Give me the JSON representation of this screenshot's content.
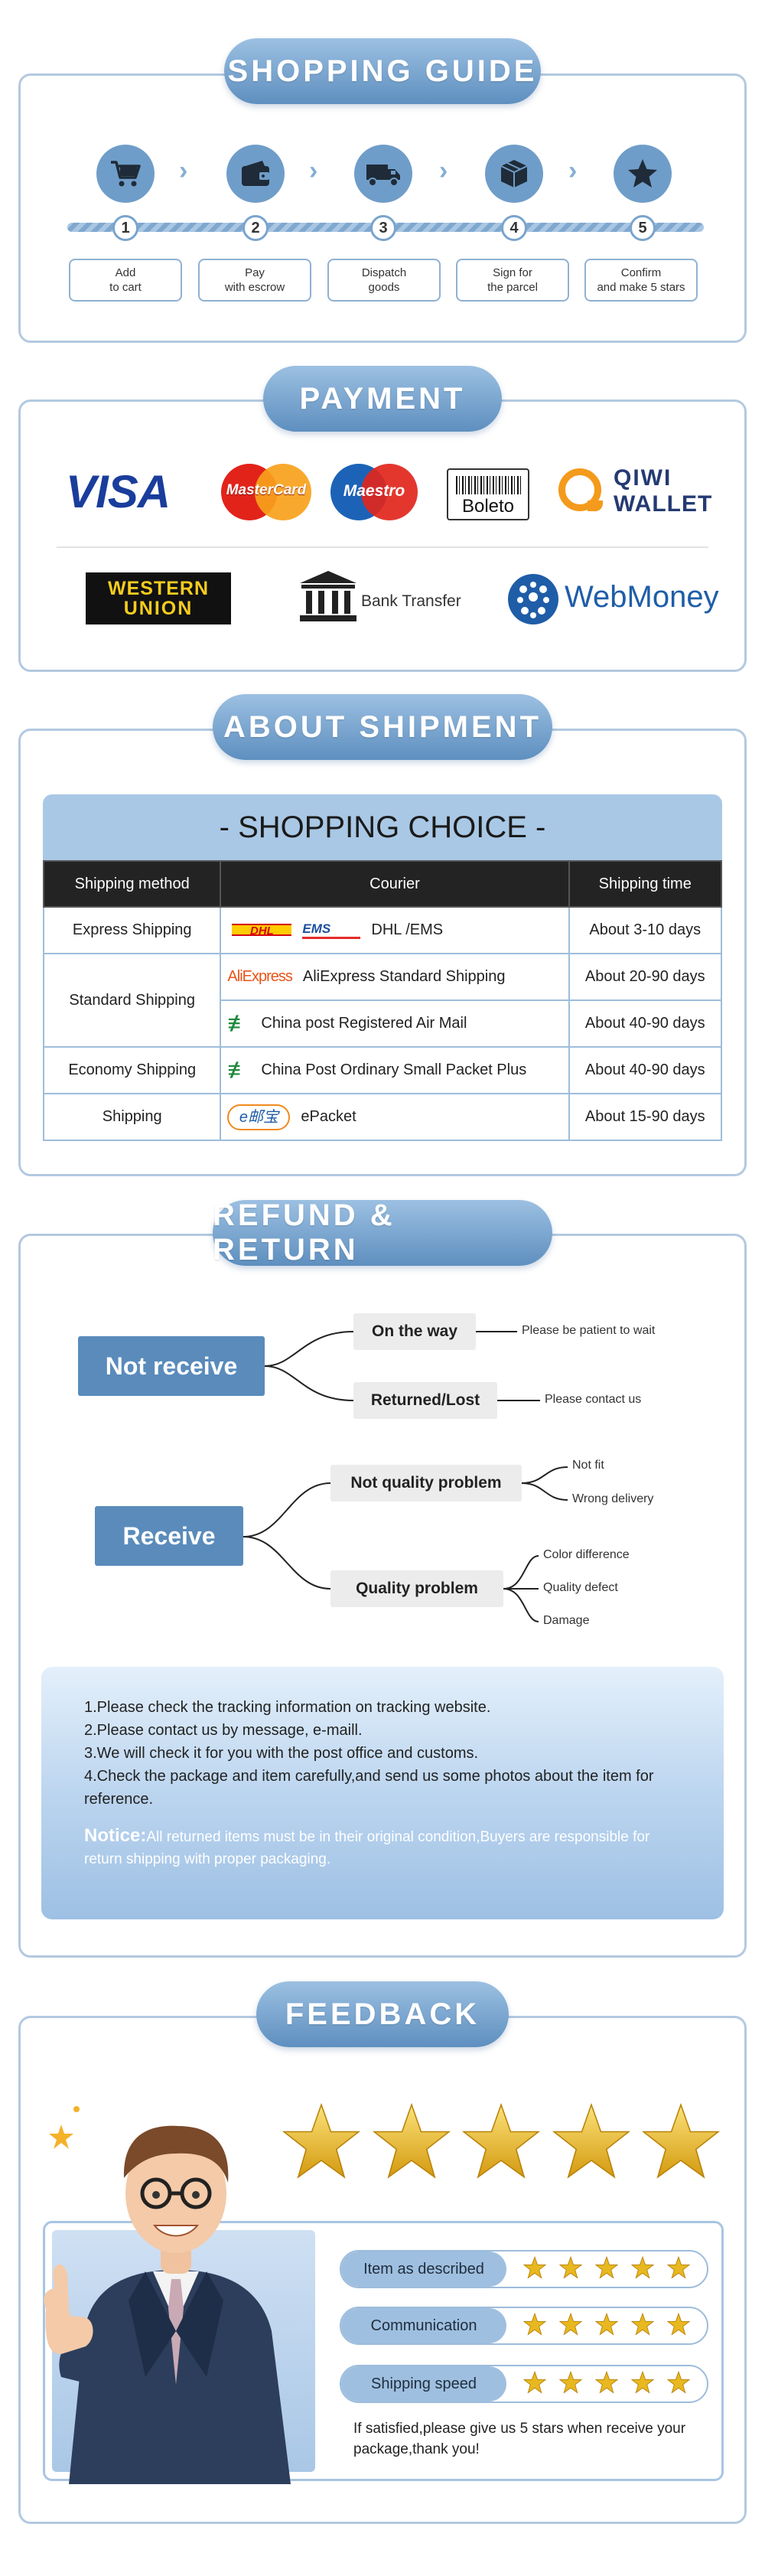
{
  "guide": {
    "title": "SHOPPING GUIDE",
    "steps": [
      {
        "num": "1",
        "label": "Add\nto cart",
        "icon": "cart-icon"
      },
      {
        "num": "2",
        "label": "Pay\nwith escrow",
        "icon": "wallet-icon"
      },
      {
        "num": "3",
        "label": "Dispatch\ngoods",
        "icon": "truck-icon"
      },
      {
        "num": "4",
        "label": "Sign for\nthe parcel",
        "icon": "parcel-icon"
      },
      {
        "num": "5",
        "label": "Confirm\nand make 5 stars",
        "icon": "star-icon"
      }
    ]
  },
  "payment": {
    "title": "PAYMENT",
    "visa": "VISA",
    "mastercard": "MasterCard",
    "maestro": "Maestro",
    "boleto": "Boleto",
    "qiwi": [
      "QIWI",
      "WALLET"
    ],
    "western_union": [
      "WESTERN",
      "UNION"
    ],
    "bank_transfer": "Bank Transfer",
    "webmoney": "WebMoney"
  },
  "shipment": {
    "title": "ABOUT SHIPMENT",
    "subtitle": "- SHOPPING CHOICE -",
    "headers": [
      "Shipping method",
      "Courier",
      "Shipping time"
    ],
    "rows": [
      {
        "method": "Express Shipping",
        "courier": "DHL /EMS",
        "time": "About 3-10 days"
      },
      {
        "method": "Standard Shipping",
        "courier": "AliExpress Standard Shipping",
        "time": "About 20-90 days"
      },
      {
        "method": "",
        "courier": "China post Registered Air Mail",
        "time": "About 40-90 days"
      },
      {
        "method": "Economy Shipping",
        "courier": "China Post Ordinary Small Packet Plus",
        "time": "About 40-90 days"
      },
      {
        "method": "Shipping",
        "courier": "ePacket",
        "time": "About 15-90 days"
      }
    ],
    "logos": {
      "dhl": "DHL",
      "ems": "EMS",
      "aliexpress": "AliExpress",
      "epacket": "e邮宝"
    }
  },
  "refund": {
    "title": "REFUND & RETURN",
    "not_receive": "Not receive",
    "on_the_way": "On the way",
    "on_the_way_note": "Please be patient to wait",
    "returned_lost": "Returned/Lost",
    "returned_lost_note": "Please contact us",
    "receive": "Receive",
    "not_quality": "Not quality problem",
    "not_quality_items": [
      "Not fit",
      "Wrong delivery"
    ],
    "quality": "Quality problem",
    "quality_items": [
      "Color difference",
      "Quality defect",
      "Damage"
    ],
    "notes": [
      "1.Please check the tracking information on tracking website.",
      "2.Please contact us by message, e-maill.",
      "3.We will check it for you with the post office and customs.",
      "4.Check the package and item carefully,and send us some photos about the item for reference."
    ],
    "notice_label": "Notice:",
    "notice_text": "All returned items must be in their original condition,Buyers are responsible for return shipping with proper packaging."
  },
  "feedback": {
    "title": "FEEDBACK",
    "ratings": [
      {
        "label": "Item as described",
        "stars": 5
      },
      {
        "label": "Communication",
        "stars": 5
      },
      {
        "label": "Shipping speed",
        "stars": 5
      }
    ],
    "big_stars": 5,
    "footer": "If satisfied,please give us 5 stars when receive your package,thank you!"
  },
  "colors": {
    "accent": "#6f9dc9",
    "pill": "#5e8fbf",
    "gold": "#e8b820"
  }
}
